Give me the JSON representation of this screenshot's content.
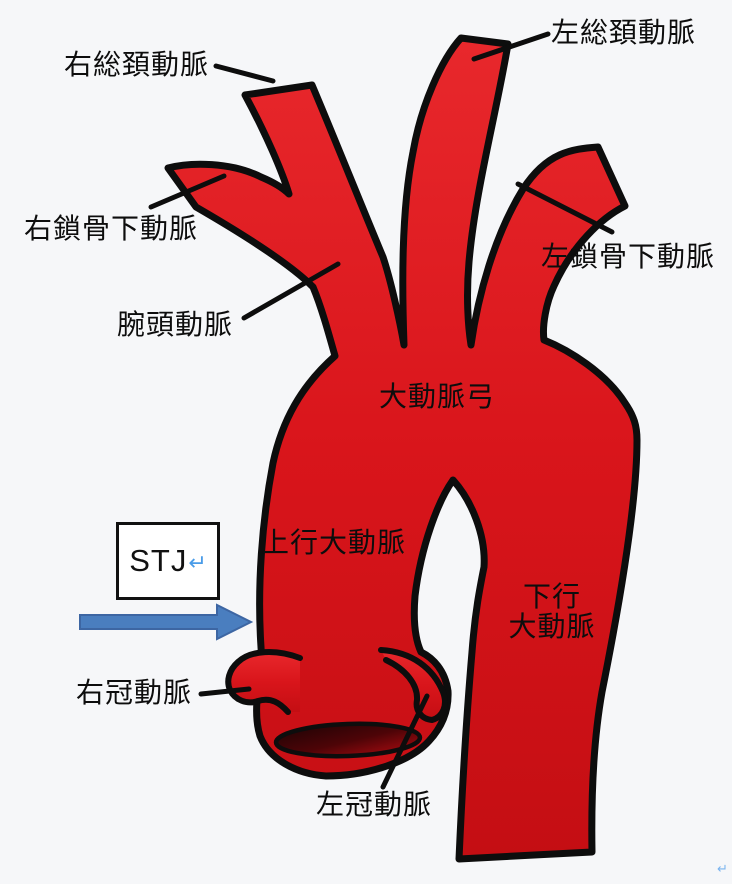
{
  "labels": {
    "right_common_carotid": "右総頚動脈",
    "left_common_carotid": "左総頚動脈",
    "right_subclavian": "右鎖骨下動脈",
    "left_subclavian": "左鎖骨下動脈",
    "brachiocephalic": "腕頭動脈",
    "aortic_arch": "大動脈弓",
    "ascending_aorta": "上行大動脈",
    "descending_aorta_line1": "下行",
    "descending_aorta_line2": "大動脈",
    "right_coronary": "右冠動脈",
    "left_coronary": "左冠動脈"
  },
  "annotation_box": {
    "text": "STJ",
    "return_mark": "↵"
  },
  "footer_mark": "↵",
  "colors": {
    "vessel_red_light": "#e8282c",
    "vessel_red_mid": "#d9151b",
    "vessel_red_dark": "#c40e13",
    "outline_black": "#0d0d0d",
    "lumen_dark": "#1c0406",
    "lumen_red": "#a80b10",
    "arrow_blue": "#4a7ebf",
    "arrow_blue_edge": "#3d66a3",
    "return_mark_blue": "#4a9ce8",
    "background": "#f6f7f9"
  }
}
